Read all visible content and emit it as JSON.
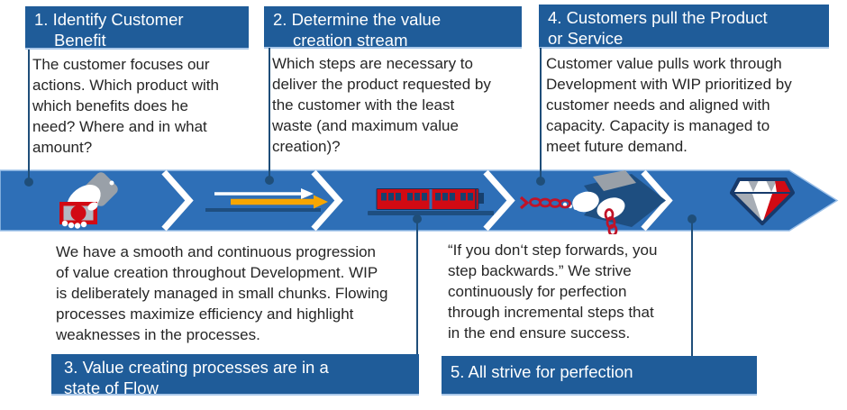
{
  "title": "Lean principles value stream diagram",
  "principles": [
    {
      "num": "1",
      "title": "1. Identify Customer\nBenefit",
      "description": "The customer focuses our\nactions. Which product with\nwhich benefits does he\nneed? Where and in what\namount?"
    },
    {
      "num": "2",
      "title": "2. Determine the value\ncreation stream",
      "description": "Which steps are necessary to\ndeliver the product requested by\nthe customer with the least\nwaste (and maximum value\ncreation)?"
    },
    {
      "num": "3",
      "title": "3. Value creating processes are in a\nstate of Flow",
      "description": "We have a smooth and continuous progression\nof value creation throughout Development. WIP\nis deliberately managed in small chunks. Flowing\nprocesses maximize efficiency and highlight\nweaknesses in the processes."
    },
    {
      "num": "4",
      "title": "4. Customers pull the Product\nor Service",
      "description": "Customer value pulls work through\nDevelopment with WIP prioritized by\ncustomer needs and aligned with\ncapacity. Capacity is managed to\nmeet future demand."
    },
    {
      "num": "5",
      "title": "5. All strive for perfection",
      "description": "“If you don‘t step forwards, you\nstep backwards.” We strive\ncontinuously for perfection\nthrough incremental steps that\nin the end ensure success."
    }
  ],
  "band": {
    "icons": [
      "hand-with-money-icon",
      "flow-arrows-icon",
      "train-icon",
      "hand-pulling-chain-icon",
      "diamond-icon"
    ]
  },
  "colors": {
    "header_blue": "#1F5C99",
    "band_blue": "#2E6FB7",
    "band_edge_light_blue": "#9CC0E8",
    "connector_navy": "#1F4E79",
    "icon_navy": "#1E4E80",
    "accent_orange": "#F7A600",
    "accent_red": "#D20A13",
    "chain_red": "#C01328",
    "steel_gray": "#99A0A8",
    "text_black": "#262626",
    "chevron_white": "#FFFFFF"
  }
}
